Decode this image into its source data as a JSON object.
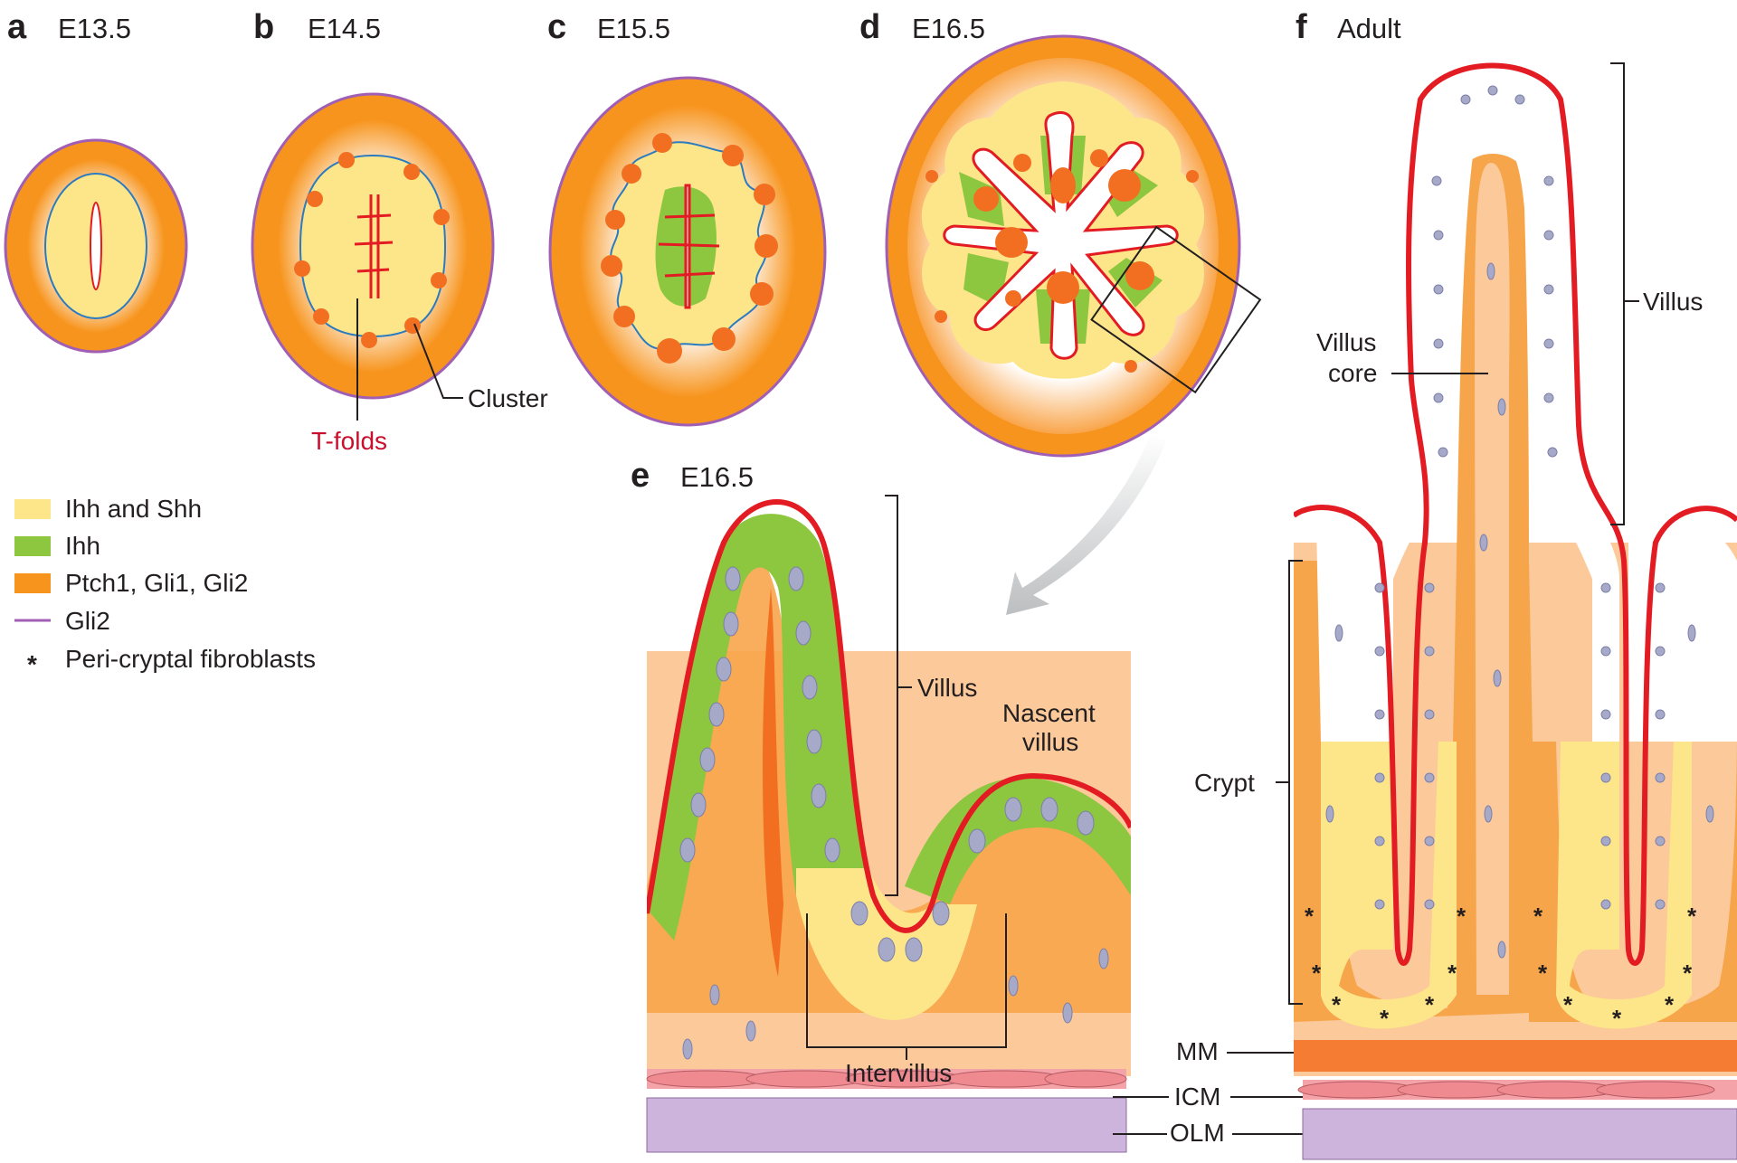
{
  "panels": {
    "a": {
      "letter": "a",
      "stage": "E13.5"
    },
    "b": {
      "letter": "b",
      "stage": "E14.5",
      "t_folds": "T-folds",
      "cluster": "Cluster"
    },
    "c": {
      "letter": "c",
      "stage": "E15.5"
    },
    "d": {
      "letter": "d",
      "stage": "E16.5"
    },
    "e": {
      "letter": "e",
      "stage": "E16.5",
      "villus": "Villus",
      "nascent_line1": "Nascent",
      "nascent_line2": "villus",
      "intervillus": "Intervillus"
    },
    "f": {
      "letter": "f",
      "stage": "Adult",
      "villus": "Villus",
      "villus_core_line1": "Villus",
      "villus_core_line2": "core",
      "crypt": "Crypt"
    }
  },
  "layers": {
    "mm": "MM",
    "icm": "ICM",
    "olm": "OLM"
  },
  "legend": [
    {
      "key": "ihh_shh",
      "label": "Ihh and Shh",
      "color": "#fde58a",
      "kind": "swatch"
    },
    {
      "key": "ihh",
      "label": "Ihh",
      "color": "#8dc63f",
      "kind": "swatch"
    },
    {
      "key": "ptch",
      "label": "Ptch1, Gli1, Gli2",
      "color": "#f7941d",
      "kind": "swatch"
    },
    {
      "key": "gli2",
      "label": "Gli2",
      "color": "#a05fb4",
      "kind": "line"
    },
    {
      "key": "fibro",
      "label": "Peri-cryptal fibroblasts",
      "color": "#231f20",
      "kind": "asterisk"
    }
  ],
  "colors": {
    "epithelium_red": "#e31b23",
    "yellow": "#fde58a",
    "green": "#8dc63f",
    "orange": "#f7941d",
    "dark_orange": "#f26f21",
    "light_orange": "#fbc99a",
    "purple": "#a05fb4",
    "nucleus": "#a7a9c9",
    "muscle_pink": "#f4a3a8",
    "muscle_purple": "#cdb4dc",
    "blue_outline": "#2b7bbf"
  }
}
